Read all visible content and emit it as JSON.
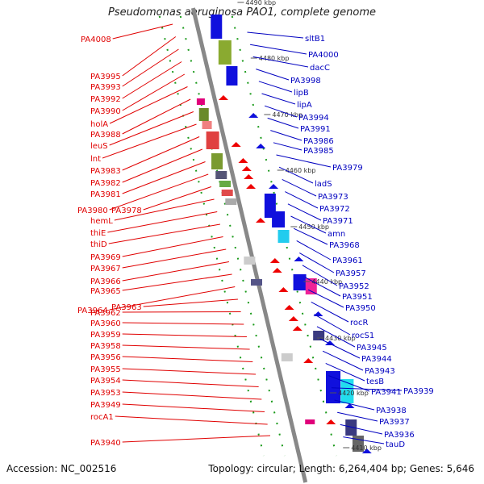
{
  "title": "Pseudomonas aeruginosa PAO1, complete genome",
  "footer": {
    "accession": "Accession: NC_002516",
    "summary": "Topology: circular; Length: 6,264,404 bp; Genes: 5,646"
  },
  "colors": {
    "left_label": "#e00000",
    "right_label": "#0000c0",
    "backbone": "#888888",
    "tick": "#1a9a1a"
  },
  "kbp_ticks": [
    {
      "label": "4490 kbp"
    },
    {
      "label": "4480 kbp"
    },
    {
      "label": "4470 kbp"
    },
    {
      "label": "4460 kbp"
    },
    {
      "label": "4450 kbp"
    },
    {
      "label": "4440 kbp"
    },
    {
      "label": "4430 kbp"
    },
    {
      "label": "4420 kbp"
    },
    {
      "label": "4410 kbp"
    }
  ],
  "left_labels": [
    {
      "text": "PA4008"
    },
    {
      "text": "PA3995"
    },
    {
      "text": "PA3993"
    },
    {
      "text": "PA3992"
    },
    {
      "text": "PA3990"
    },
    {
      "text": "holA"
    },
    {
      "text": "PA3988"
    },
    {
      "text": "leuS"
    },
    {
      "text": "lnt"
    },
    {
      "text": "PA3983"
    },
    {
      "text": "PA3982"
    },
    {
      "text": "PA3981"
    },
    {
      "text": "PA3980"
    },
    {
      "text": "PA3978"
    },
    {
      "text": "hemL"
    },
    {
      "text": "thiE"
    },
    {
      "text": "thiD"
    },
    {
      "text": "PA3969"
    },
    {
      "text": "PA3967"
    },
    {
      "text": "PA3966"
    },
    {
      "text": "PA3965"
    },
    {
      "text": "PA3964"
    },
    {
      "text": "PA3963"
    },
    {
      "text": "PA3962"
    },
    {
      "text": "PA3960"
    },
    {
      "text": "PA3959"
    },
    {
      "text": "PA3958"
    },
    {
      "text": "PA3956"
    },
    {
      "text": "PA3955"
    },
    {
      "text": "PA3954"
    },
    {
      "text": "PA3953"
    },
    {
      "text": "PA3949"
    },
    {
      "text": "rocA1"
    },
    {
      "text": "PA3940"
    }
  ],
  "right_labels": [
    {
      "text": "sltB1"
    },
    {
      "text": "PA4000"
    },
    {
      "text": "dacC"
    },
    {
      "text": "PA3998"
    },
    {
      "text": "lipB"
    },
    {
      "text": "lipA"
    },
    {
      "text": "PA3994"
    },
    {
      "text": "PA3991"
    },
    {
      "text": "PA3986"
    },
    {
      "text": "PA3985"
    },
    {
      "text": "PA3979"
    },
    {
      "text": "ladS"
    },
    {
      "text": "PA3973"
    },
    {
      "text": "PA3972"
    },
    {
      "text": "PA3971"
    },
    {
      "text": "amn"
    },
    {
      "text": "PA3968"
    },
    {
      "text": "PA3961"
    },
    {
      "text": "PA3957"
    },
    {
      "text": "PA3952"
    },
    {
      "text": "PA3951"
    },
    {
      "text": "PA3950"
    },
    {
      "text": "rocR"
    },
    {
      "text": "rocS1"
    },
    {
      "text": "PA3945"
    },
    {
      "text": "PA3944"
    },
    {
      "text": "PA3943"
    },
    {
      "text": "tesB"
    },
    {
      "text": "PA3941"
    },
    {
      "text": "PA3939"
    },
    {
      "text": "PA3938"
    },
    {
      "text": "PA3937"
    },
    {
      "text": "PA3936"
    },
    {
      "text": "tauD"
    }
  ]
}
